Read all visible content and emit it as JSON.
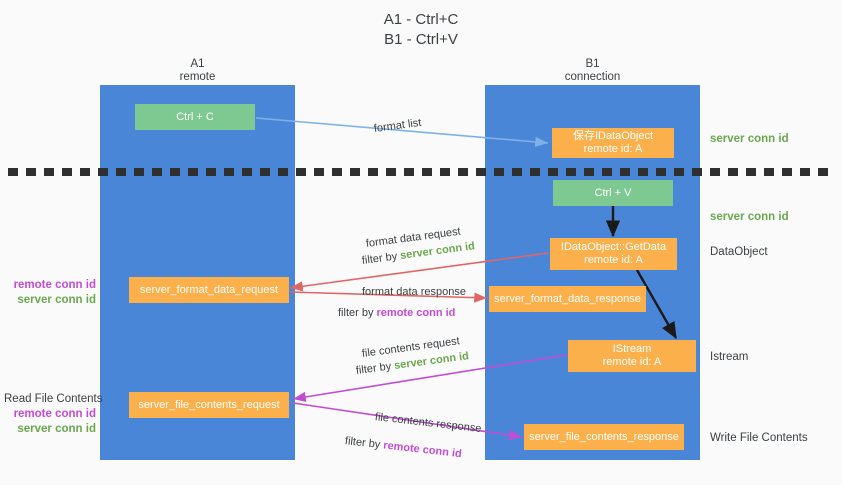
{
  "title": "A1 - Ctrl+C\nB1 - Ctrl+V",
  "colors": {
    "lane": "#4a86d8",
    "green_box": "#7ec992",
    "orange_box": "#fbb04c",
    "server_conn_id": "#6aa84f",
    "remote_conn_id": "#c24dd4",
    "arrow_blue": "#7fb0e8",
    "arrow_red": "#e06666",
    "arrow_purple": "#c24dd4",
    "arrow_dark": "#1a1a1a",
    "divider": "#2f2f2f",
    "background": "#fafafa"
  },
  "columns": [
    {
      "name": "A1",
      "sub": "remote"
    },
    {
      "name": "B1",
      "sub": "connection"
    }
  ],
  "boxes": {
    "ctrl_c": {
      "line1": "Ctrl + C",
      "line2": ""
    },
    "save_idataobject": {
      "line1": "保存IDataObject",
      "line2": "remote id: A"
    },
    "ctrl_v": {
      "line1": "Ctrl + V",
      "line2": ""
    },
    "getdata": {
      "line1": "IDataObject::GetData",
      "line2": "remote id: A"
    },
    "format_data_request": {
      "line1": "server_format_data_request",
      "line2": ""
    },
    "format_data_response": {
      "line1": "server_format_data_response",
      "line2": ""
    },
    "istream": {
      "line1": "IStream",
      "line2": "remote id: A"
    },
    "file_contents_request": {
      "line1": "server_file_contents_request",
      "line2": ""
    },
    "file_contents_response": {
      "line1": "server_file_contents_response",
      "line2": ""
    }
  },
  "flows": {
    "format_list": "format list",
    "format_data_request": "format data request",
    "format_data_response": "format data response",
    "file_contents_request": "file contents request",
    "file_contents_response": "file contents response",
    "filter_by": "filter by",
    "server_conn_id": "server conn id",
    "remote_conn_id": "remote conn id"
  },
  "right_labels": {
    "server_conn_id_top": "server conn id",
    "server_conn_id_mid": "server conn id",
    "dataobject": "DataObject",
    "istream": "Istream",
    "write_file_contents": "Write File Contents"
  },
  "left_labels": {
    "read_file_contents": "Read File Contents",
    "remote_conn_id": "remote conn id",
    "server_conn_id": "server conn id"
  }
}
